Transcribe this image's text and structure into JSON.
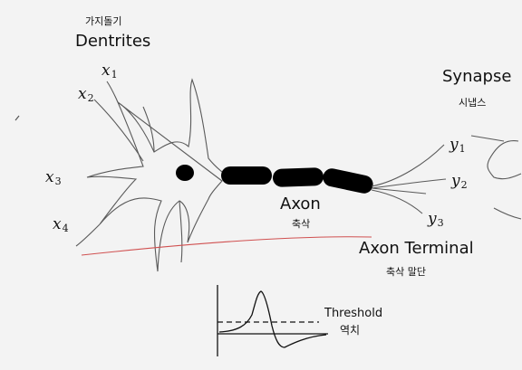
{
  "labels": {
    "dendrites_ko": "가지돌기",
    "dendrites": "Dentrites",
    "synapse": "Synapse",
    "synapse_ko": "시냅스",
    "axon": "Axon",
    "axon_ko": "축삭",
    "axon_terminal": "Axon Terminal",
    "axon_terminal_ko": "축삭 말단",
    "threshold": "Threshold",
    "threshold_ko": "역치"
  },
  "inputs": [
    {
      "symbol": "x",
      "index": "1"
    },
    {
      "symbol": "x",
      "index": "2"
    },
    {
      "symbol": "x",
      "index": "3"
    },
    {
      "symbol": "x",
      "index": "4"
    }
  ],
  "outputs": [
    {
      "symbol": "y",
      "index": "1"
    },
    {
      "symbol": "y",
      "index": "2"
    },
    {
      "symbol": "y",
      "index": "3"
    }
  ],
  "colors": {
    "background": "#f3f3f3",
    "ink": "#111111",
    "stroke": "#5a5a5a",
    "accent_line": "#d05050"
  }
}
